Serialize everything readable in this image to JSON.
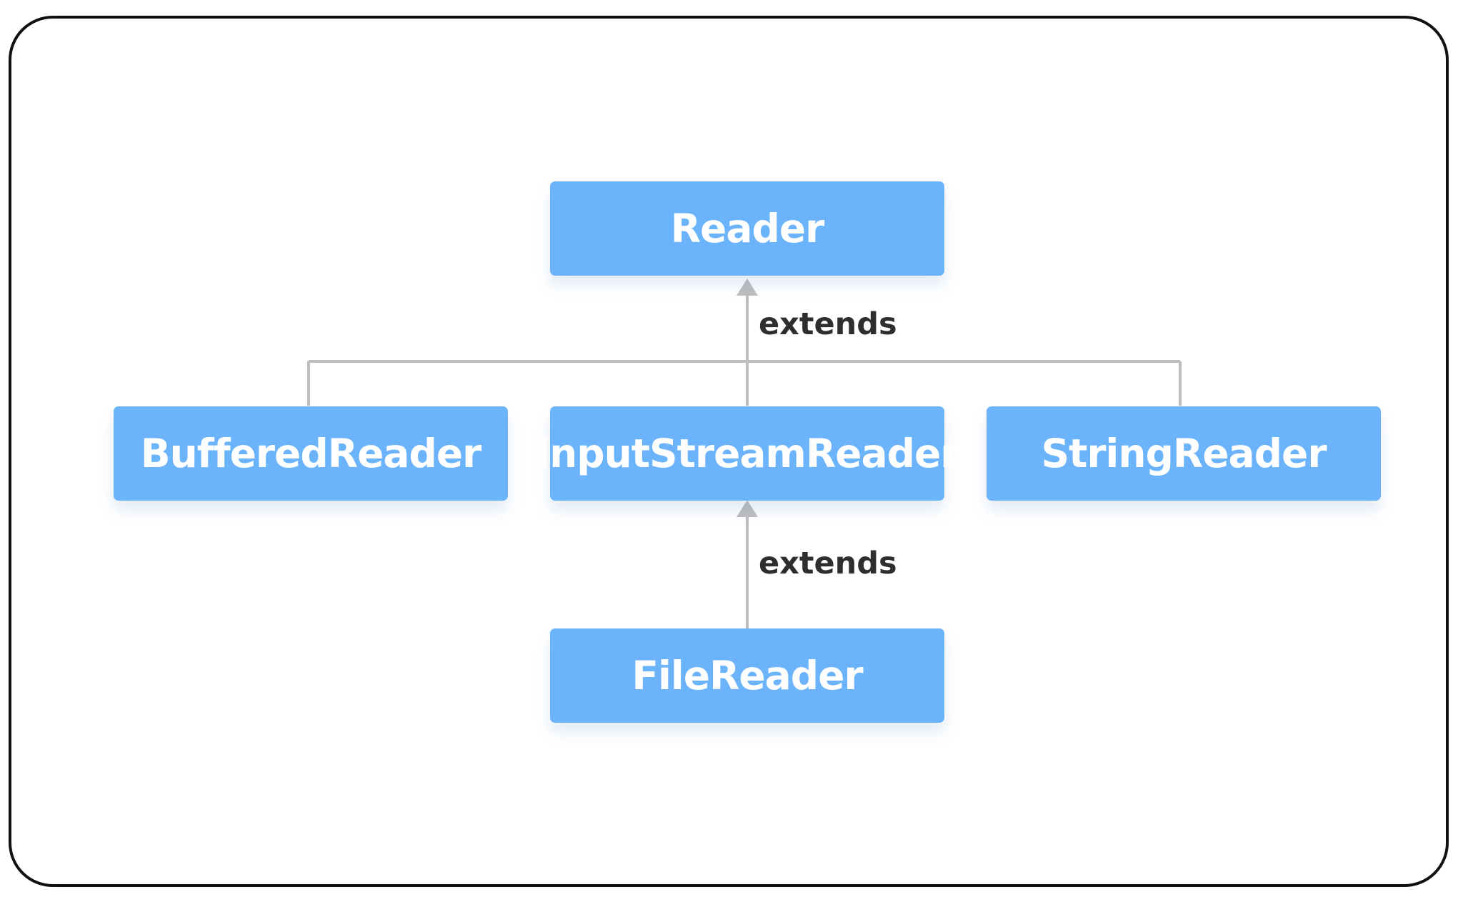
{
  "colors": {
    "node_fill": "#6bb4fb",
    "node_text": "#ffffff",
    "connector": "#bdbdbd",
    "edge_label": "#2e2e2e",
    "frame_border": "#111111"
  },
  "diagram": {
    "nodes": {
      "reader": "Reader",
      "buffered_reader": "BufferedReader",
      "input_stream_reader": "InputStreamReader",
      "string_reader": "StringReader",
      "file_reader": "FileReader"
    },
    "edges": [
      {
        "from": "BufferedReader",
        "to": "Reader",
        "label": "extends"
      },
      {
        "from": "InputStreamReader",
        "to": "Reader",
        "label": "extends"
      },
      {
        "from": "StringReader",
        "to": "Reader",
        "label": "extends"
      },
      {
        "from": "FileReader",
        "to": "InputStreamReader",
        "label": "extends"
      }
    ]
  }
}
